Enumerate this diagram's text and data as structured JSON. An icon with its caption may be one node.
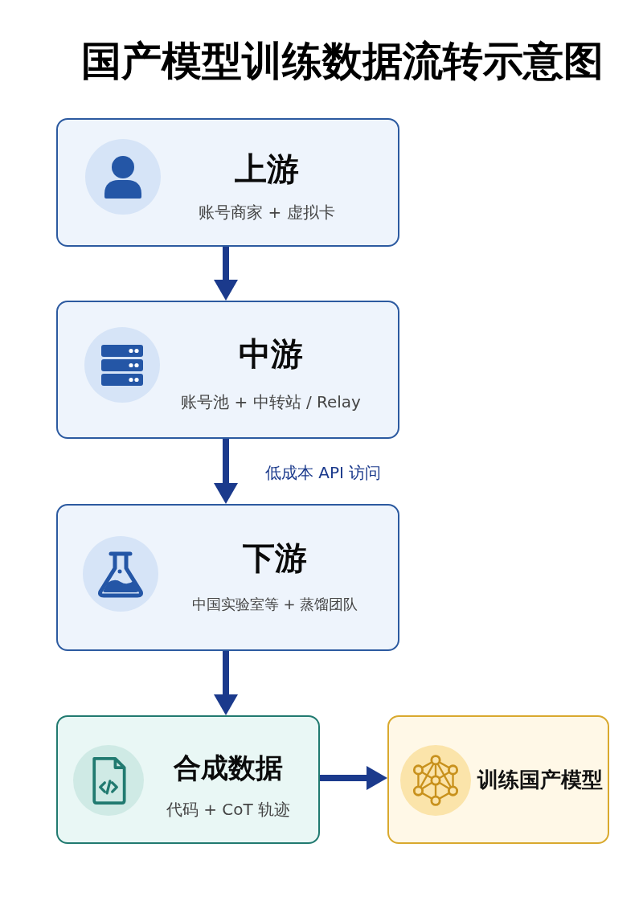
{
  "diagram": {
    "title": "国产模型训练数据流转示意图",
    "nodes": [
      {
        "text": [
          "上游",
          "账号商家 + 虚拟卡"
        ]
      },
      {
        "text": [
          "中游",
          "账号池 + 中转站 / Relay"
        ]
      },
      {
        "text": [
          "下游",
          "中国实验室等 + 蒸馏团队"
        ]
      },
      {
        "text": [
          "合成数据",
          "代码 + CoT 轨迹"
        ]
      },
      {
        "text": [
          "训练国产模型"
        ]
      }
    ],
    "edges": [
      {
        "from": 0,
        "to": 1,
        "arrow": "to"
      },
      {
        "from": 1,
        "to": 2,
        "arrow": "to",
        "label": "低成本 API 访问"
      },
      {
        "from": 2,
        "to": 3,
        "arrow": "to"
      },
      {
        "from": 3,
        "to": 4,
        "arrow": "to"
      }
    ]
  }
}
